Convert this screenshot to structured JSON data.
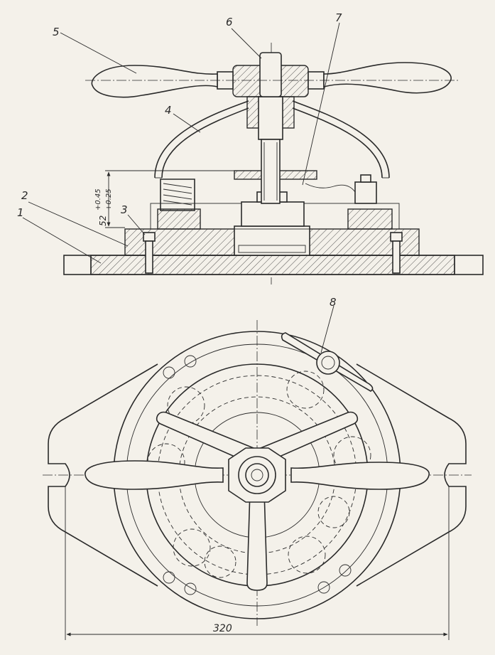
{
  "callouts": {
    "part_1": "1",
    "part_2": "2",
    "part_3": "3",
    "part_4": "4",
    "part_5": "5",
    "part_6": "6",
    "part_7": "7",
    "part_8": "8"
  },
  "dimensions": {
    "height": "52",
    "height_tol_upper": "+0.45",
    "height_tol_lower": "+0.25",
    "width": "320"
  },
  "colors": {
    "paper": "#f4f1ea",
    "ink": "#2a2a2a"
  }
}
